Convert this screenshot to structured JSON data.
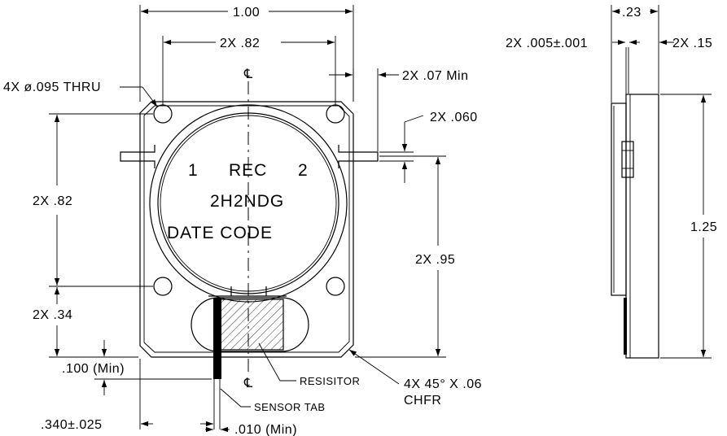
{
  "front_view": {
    "overall_width": "1.00",
    "hole_spacing_x": "2X  .82",
    "hole_callout": "4X  ø.095  THRU",
    "centerline_top": "℄",
    "centerline_bottom": "℄",
    "port_length": "2X  .07  Min",
    "port_width": "2X  .060",
    "hole_spacing_y": "2X  .82",
    "port_height": "2X  .95",
    "hole_from_bottom": "2X  .34",
    "tab_length": ".100  (Min)",
    "tab_position": ".340±.025",
    "tab_width": ".010  (Min)",
    "sensor_tab_label": "SENSOR  TAB",
    "resistor_label": "RESISITOR",
    "chamfer_line1": "4X  45°  X  .06",
    "chamfer_line2": "CHFR",
    "marking": {
      "port1": "1",
      "model_prefix": "REC",
      "port2": "2",
      "part_number": "2H2NDG",
      "date_code": "DATE  CODE"
    }
  },
  "side_view": {
    "thickness": ".23",
    "lead_thickness": "2X  .005±.001",
    "lead_offset": "2X  .15",
    "overall_height": "1.25"
  }
}
